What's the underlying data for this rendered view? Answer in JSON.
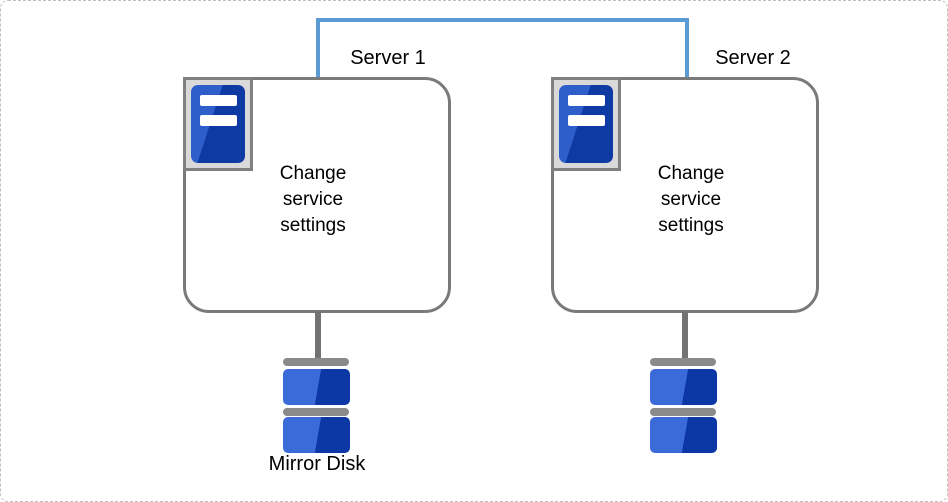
{
  "diagram": {
    "type": "cluster-topology",
    "servers": [
      {
        "label": "Server 1",
        "box_text": "Change\nservice\nsettings",
        "disk_label": "Mirror Disk"
      },
      {
        "label": "Server 2",
        "box_text": "Change\nservice\nsettings"
      }
    ],
    "colors": {
      "link_blue": "#5b9bd5",
      "box_border_gray": "#7a7a7a",
      "icon_frame_bg": "#d9d9d9",
      "icon_frame_border": "#808080",
      "icon_blue_light": "#2e5ec9",
      "icon_blue_dark": "#0d3aa3",
      "disk_blue_light": "#3a6bd8",
      "disk_blue_dark": "#0c38a6",
      "disk_bar_gray": "#8a8a8a",
      "connector_gray": "#737373",
      "outer_border_gray": "#bfbfbf",
      "text_color": "#000000"
    }
  }
}
